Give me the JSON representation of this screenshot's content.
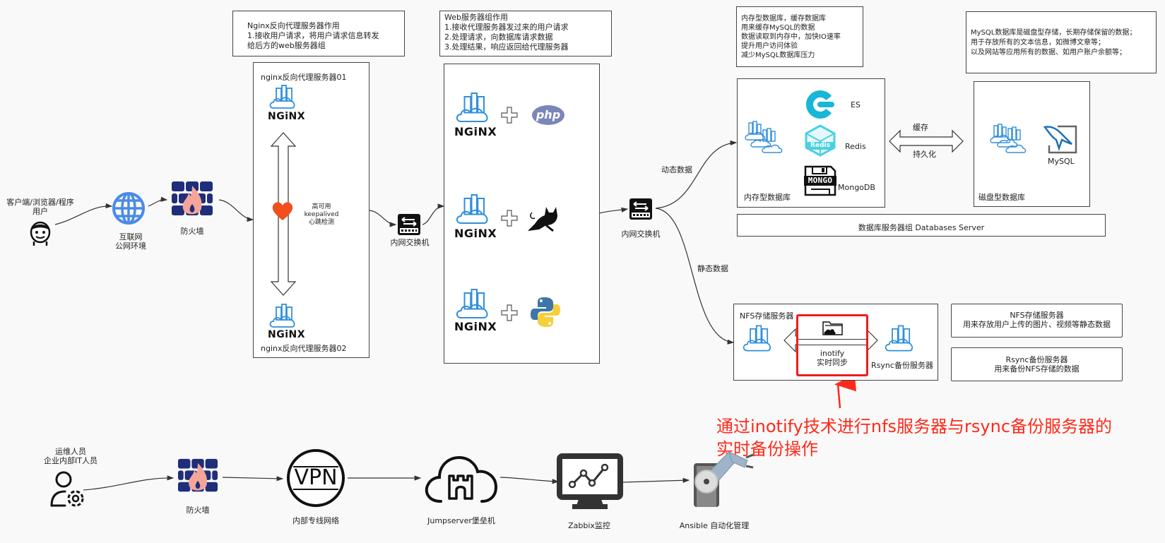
{
  "notes": {
    "nginx_role": "Nginx反向代理服务器作用\n1.接收用户请求，将用户请求信息转发\n给后方的web服务器组",
    "web_role": "Web服务器组作用\n1.接收代理服务器发过来的用户请求\n2.处理请求，向数据库请求数据\n3.处理结果，响应返回给代理服务器",
    "cache_role": "内存型数据库，缓存数据库\n用来缓存MySQL的数据\n数据读取到内存中，加快IO速率\n提升用户访问体验\n减少MySQL数据库压力",
    "mysql_role": "MySQL数据库是磁盘型存储，长期存储保留的数据；\n用于存放所有的文本信息，如微博文章等；\n以及网站等应用所有的数据、如用户账户余额等；",
    "nfs_role": "NFS存储服务器\n用来存放用户上传的图片、视频等静态数据",
    "rsync_role": "Rsync备份服务器\n用来备份NFS存储的数据"
  },
  "client": {
    "label": "客户端/浏览器/程序\n用户",
    "icon": "user-face-icon"
  },
  "internet": {
    "label": "互联网\n公网环境",
    "icon": "globe-icon"
  },
  "firewall_top": {
    "label": "防火墙",
    "icon": "firewall-icon"
  },
  "proxy_group": {
    "server1": "nginx反向代理服务器01",
    "server2": "nginx反向代理服务器02",
    "nginx_text": "NGiNX",
    "heartbeat": "高可用keepalived\n心跳检测"
  },
  "switch1": {
    "label": "内网交换机"
  },
  "switch2": {
    "label": "内网交换机"
  },
  "web_group": {
    "nginx_text": "NGiNX",
    "stacks": [
      {
        "backend": "php",
        "backend_label": "php"
      },
      {
        "backend": "tomcat"
      },
      {
        "backend": "python"
      }
    ]
  },
  "edges": {
    "dynamic": "动态数据",
    "static": "静态数据"
  },
  "memory_db": {
    "title": "内存型数据库",
    "items": [
      "ES",
      "Redis",
      "MongoDB"
    ],
    "redis_badge": "Redis",
    "mongo_badge": "MONGO"
  },
  "sync_arrow": {
    "top": "缓存",
    "bottom": "持久化"
  },
  "disk_db": {
    "title": "磁盘型数据库",
    "item": "MySQL"
  },
  "db_group_label": "数据库服务器组 Databases Server",
  "nfs_box": {
    "title": "NFS存储服务器",
    "inotify": "inotify\n实时同步",
    "rsync": "Rsync备份服务器"
  },
  "annotation": "通过inotify技术进行nfs服务器与rsync备份服务器的\n实时备份操作",
  "ops_row": {
    "staff": "运维人员\n企业内部IT人员",
    "firewall": "防火墙",
    "vpn": "内部专线网络",
    "vpn_text": "VPN",
    "jumpserver": "Jumpserver堡垒机",
    "zabbix": "Zabbix监控",
    "ansible": "Ansible 自动化管理"
  },
  "colors": {
    "accent_blue": "#2f8fdc",
    "firewall_navy": "#1f2d7a",
    "flame": "#f5a49a",
    "heart": "#f24e1e",
    "annotation_red": "#ff2a1a",
    "es_cyan": "#18b7d6",
    "redis_cyan": "#4dd0e1"
  }
}
